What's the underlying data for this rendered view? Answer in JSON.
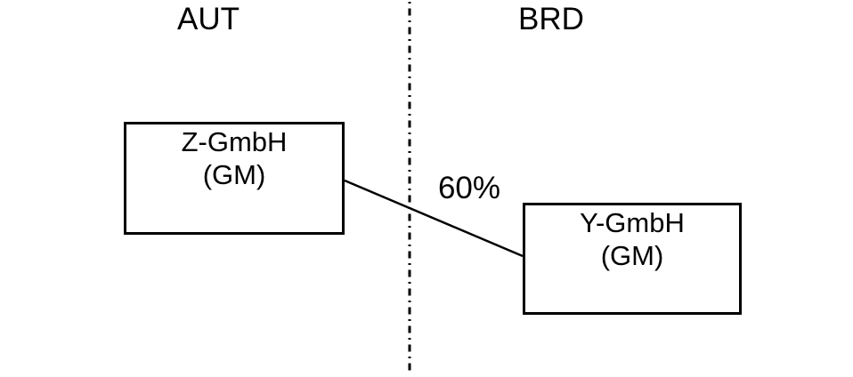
{
  "diagram": {
    "background_color": "#ffffff",
    "line_color": "#000000",
    "regions": [
      {
        "label": "AUT",
        "side": "left"
      },
      {
        "label": "BRD",
        "side": "right"
      }
    ],
    "nodes": [
      {
        "title": "Z-GmbH",
        "subtitle": "(GM)",
        "region": "AUT"
      },
      {
        "title": "Y-GmbH",
        "subtitle": "(GM)",
        "region": "BRD"
      }
    ],
    "edge": {
      "label": "60%",
      "from": "Z-GmbH",
      "to": "Y-GmbH"
    }
  }
}
